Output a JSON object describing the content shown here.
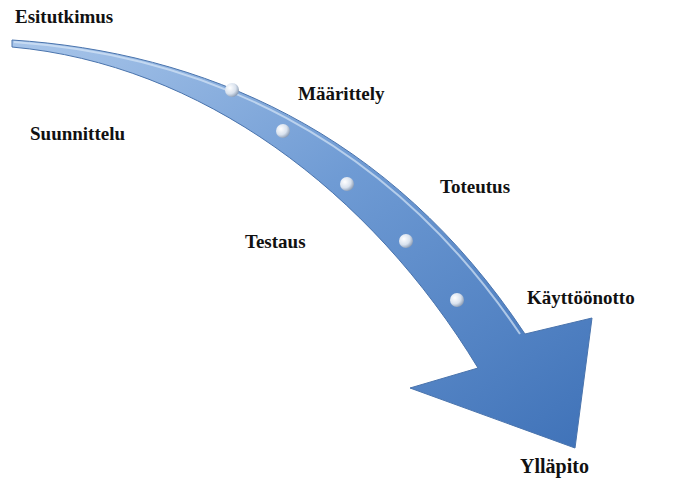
{
  "diagram": {
    "labels": [
      "Esitutkimus",
      "Määrittely",
      "Suunnittelu",
      "Toteutus",
      "Testaus",
      "Käyttöönotto",
      "Ylläpito"
    ]
  }
}
